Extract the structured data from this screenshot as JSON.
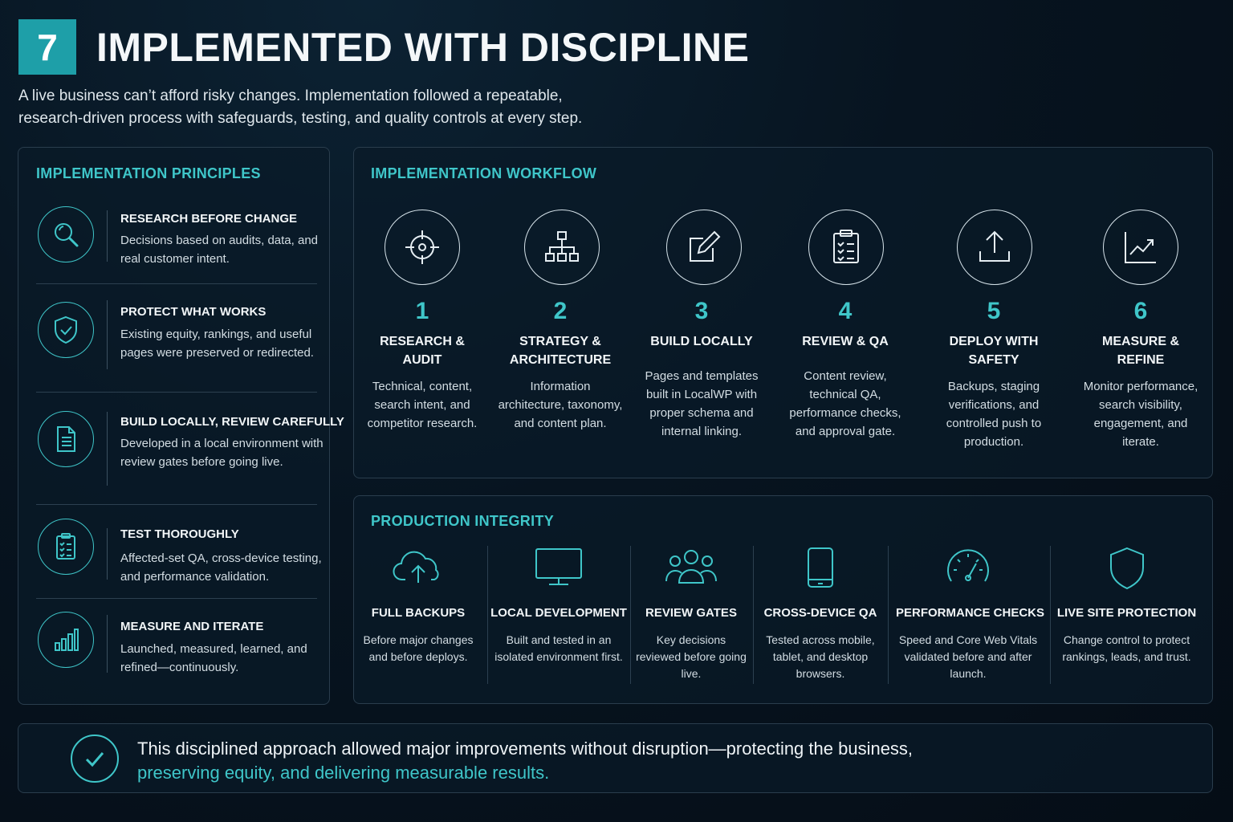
{
  "header": {
    "badge": "7",
    "title": "IMPLEMENTED WITH DISCIPLINE",
    "intro_line1": "A live business can’t afford risky changes. Implementation followed a repeatable,",
    "intro_line2": "research-driven process with safeguards, testing, and quality controls at every step."
  },
  "principles": {
    "title": "IMPLEMENTATION PRINCIPLES",
    "items": [
      {
        "icon": "search-icon",
        "heading": "RESEARCH BEFORE CHANGE",
        "text": "Decisions based on audits, data, and real customer intent."
      },
      {
        "icon": "shield-check-icon",
        "heading": "PROTECT WHAT WORKS",
        "text": "Existing equity, rankings, and useful pages were preserved or redirected."
      },
      {
        "icon": "document-icon",
        "heading": "BUILD LOCALLY, REVIEW CAREFULLY",
        "text": "Developed in a local environment with review gates before going live."
      },
      {
        "icon": "checklist-icon",
        "heading": "TEST THOROUGHLY",
        "text": "Affected-set QA, cross-device testing, and performance validation."
      },
      {
        "icon": "bar-chart-icon",
        "heading": "MEASURE AND ITERATE",
        "text": "Launched, measured, learned, and refined—continuously."
      }
    ]
  },
  "workflow": {
    "title": "IMPLEMENTATION WORKFLOW",
    "steps": [
      {
        "icon": "target-icon",
        "number": "1",
        "heading": "RESEARCH &\nAUDIT",
        "text": "Technical, content, search intent, and competitor research."
      },
      {
        "icon": "sitemap-icon",
        "number": "2",
        "heading": "STRATEGY &\nARCHITECTURE",
        "text": "Information architecture, taxonomy, and content plan."
      },
      {
        "icon": "edit-icon",
        "number": "3",
        "heading": "BUILD LOCALLY",
        "text": "Pages and templates built in LocalWP with proper schema and internal linking."
      },
      {
        "icon": "clipboard-check-icon",
        "number": "4",
        "heading": "REVIEW & QA",
        "text": "Content review, technical QA, performance checks, and approval gate."
      },
      {
        "icon": "upload-icon",
        "number": "5",
        "heading": "DEPLOY WITH\nSAFETY",
        "text": "Backups, staging verifications, and controlled push to production."
      },
      {
        "icon": "trend-chart-icon",
        "number": "6",
        "heading": "MEASURE &\nREFINE",
        "text": "Monitor performance, search visibility, engagement, and iterate."
      }
    ]
  },
  "integrity": {
    "title": "PRODUCTION INTEGRITY",
    "items": [
      {
        "icon": "cloud-upload-icon",
        "heading": "FULL BACKUPS",
        "text": "Before major changes and before deploys."
      },
      {
        "icon": "monitor-icon",
        "heading": "LOCAL DEVELOPMENT",
        "text": "Built and tested in an isolated environment first."
      },
      {
        "icon": "people-icon",
        "heading": "REVIEW GATES",
        "text": "Key decisions reviewed before going live."
      },
      {
        "icon": "mobile-icon",
        "heading": "CROSS-DEVICE QA",
        "text": "Tested across mobile, tablet, and desktop browsers."
      },
      {
        "icon": "gauge-icon",
        "heading": "PERFORMANCE CHECKS",
        "text": "Speed and Core Web Vitals validated before and after launch."
      },
      {
        "icon": "shield-icon",
        "heading": "LIVE SITE PROTECTION",
        "text": "Change control to protect rankings, leads, and trust."
      }
    ]
  },
  "footer": {
    "icon": "check-circle-icon",
    "line1": "This disciplined approach allowed major improvements without disruption—protecting the business,",
    "line2": "preserving equity, and delivering measurable results."
  },
  "colors": {
    "accent": "#3fc6c9",
    "badge": "#1e9fa8",
    "background": "#071420"
  }
}
